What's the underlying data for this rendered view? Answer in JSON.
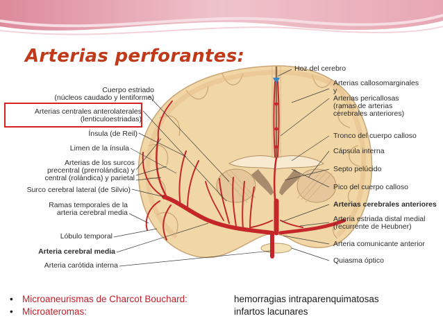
{
  "slide": {
    "title": "Arterias perforantes:",
    "colors": {
      "title": "#c03a1a",
      "band": "#e9aeb9",
      "highlight_box": "#d42020",
      "bullet_term": "#c0202a",
      "artery": "#c4262a",
      "brain_tissue": "#f1d7a6"
    }
  },
  "figure": {
    "labels_left": {
      "cuerpo_estriado_1": "Cuerpo estriado",
      "cuerpo_estriado_2": "(núcleos caudado y lentiforme)",
      "arterias_centrales_1": "Arterias centrales anterolaterales",
      "arterias_centrales_2": "(lenticuloestriadas)",
      "insula": "Ínsula (de Reil)",
      "limen": "Limen de la ínsula",
      "surcos_1": "Arterias de los surcos",
      "surcos_2": "precentral (prerrolándica) y",
      "surcos_3": "central (rolándica) y parietal",
      "surco_silvio": "Surco cerebral lateral (de Silvio)",
      "ramas_temporales_1": "Ramas temporales de la",
      "ramas_temporales_2": "arteria cerebral media",
      "lobulo_temporal": "Lóbulo temporal",
      "cerebral_media": "Arteria cerebral media",
      "carotida_interna": "Arteria carótida interna"
    },
    "labels_right": {
      "hoz_cerebro": "Hoz del cerebro",
      "callosomarginales": "Arterias callosomarginales",
      "y": "y",
      "pericallosas_1": "Arterias pericallosas",
      "pericallosas_2": "(ramas de arterias",
      "pericallosas_3": "cerebrales anteriores)",
      "tronco_calloso": "Tronco del cuerpo calloso",
      "capsula_interna": "Cápsula interna",
      "septo_pelucido": "Septo pelúcido",
      "pico_calloso": "Pico del cuerpo calloso",
      "cerebrales_anteriores": "Arterias cerebrales anteriores",
      "estriada_distal_1": "Arteria estriada distal medial",
      "estriada_distal_2": "(recurrente de Heubner)",
      "comunicante_anterior": "Arteria comunicante anterior",
      "quiasma_optico": "Quiasma óptico"
    }
  },
  "bullets": [
    {
      "dot": "•",
      "term": "Microaneurismas de Charcot Bouchard:",
      "description": "hemorragias intraparenquimatosas"
    },
    {
      "dot": "•",
      "term": "Microateromas:",
      "description": "infartos lacunares"
    }
  ]
}
